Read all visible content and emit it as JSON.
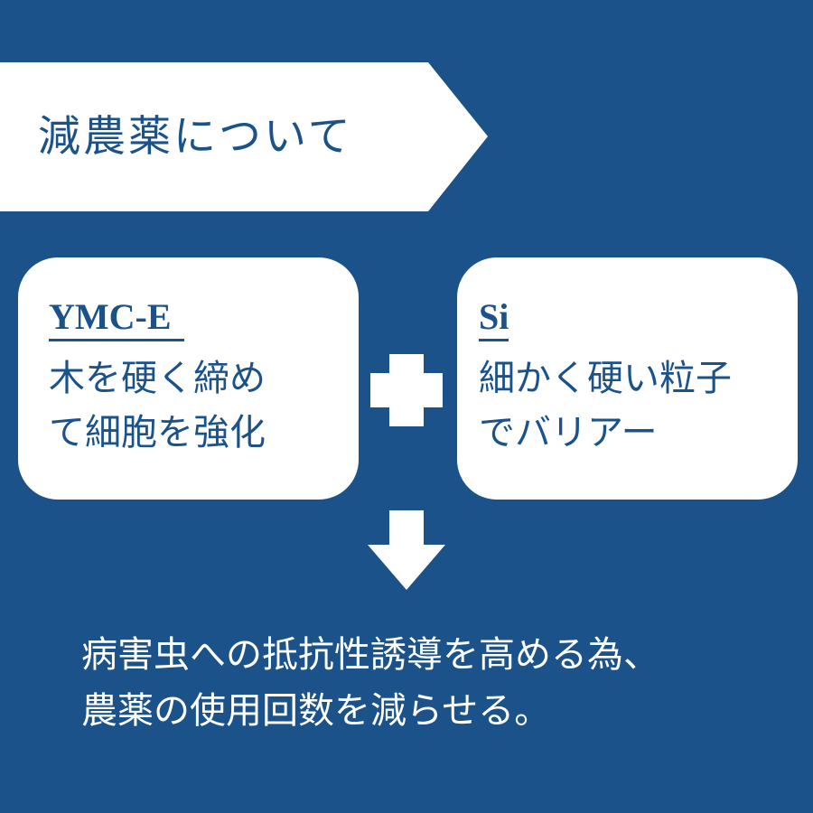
{
  "title": "減農薬について",
  "cards": [
    {
      "heading": "YMC-E",
      "lines": [
        "木を硬く締め",
        "て細胞を強化"
      ]
    },
    {
      "heading": "Si",
      "lines": [
        "細かく硬い粒子",
        "でバリアー"
      ]
    }
  ],
  "conclusion": {
    "lines": [
      "病害虫への抵抗性誘導を高める為、",
      "農薬の使用回数を減らせる。"
    ]
  },
  "colors": {
    "background": "#1a5289",
    "card": "#ffffff",
    "text_accent": "#1a5289"
  },
  "icons": {
    "plus": "plus-icon",
    "arrow": "arrow-down-icon"
  }
}
